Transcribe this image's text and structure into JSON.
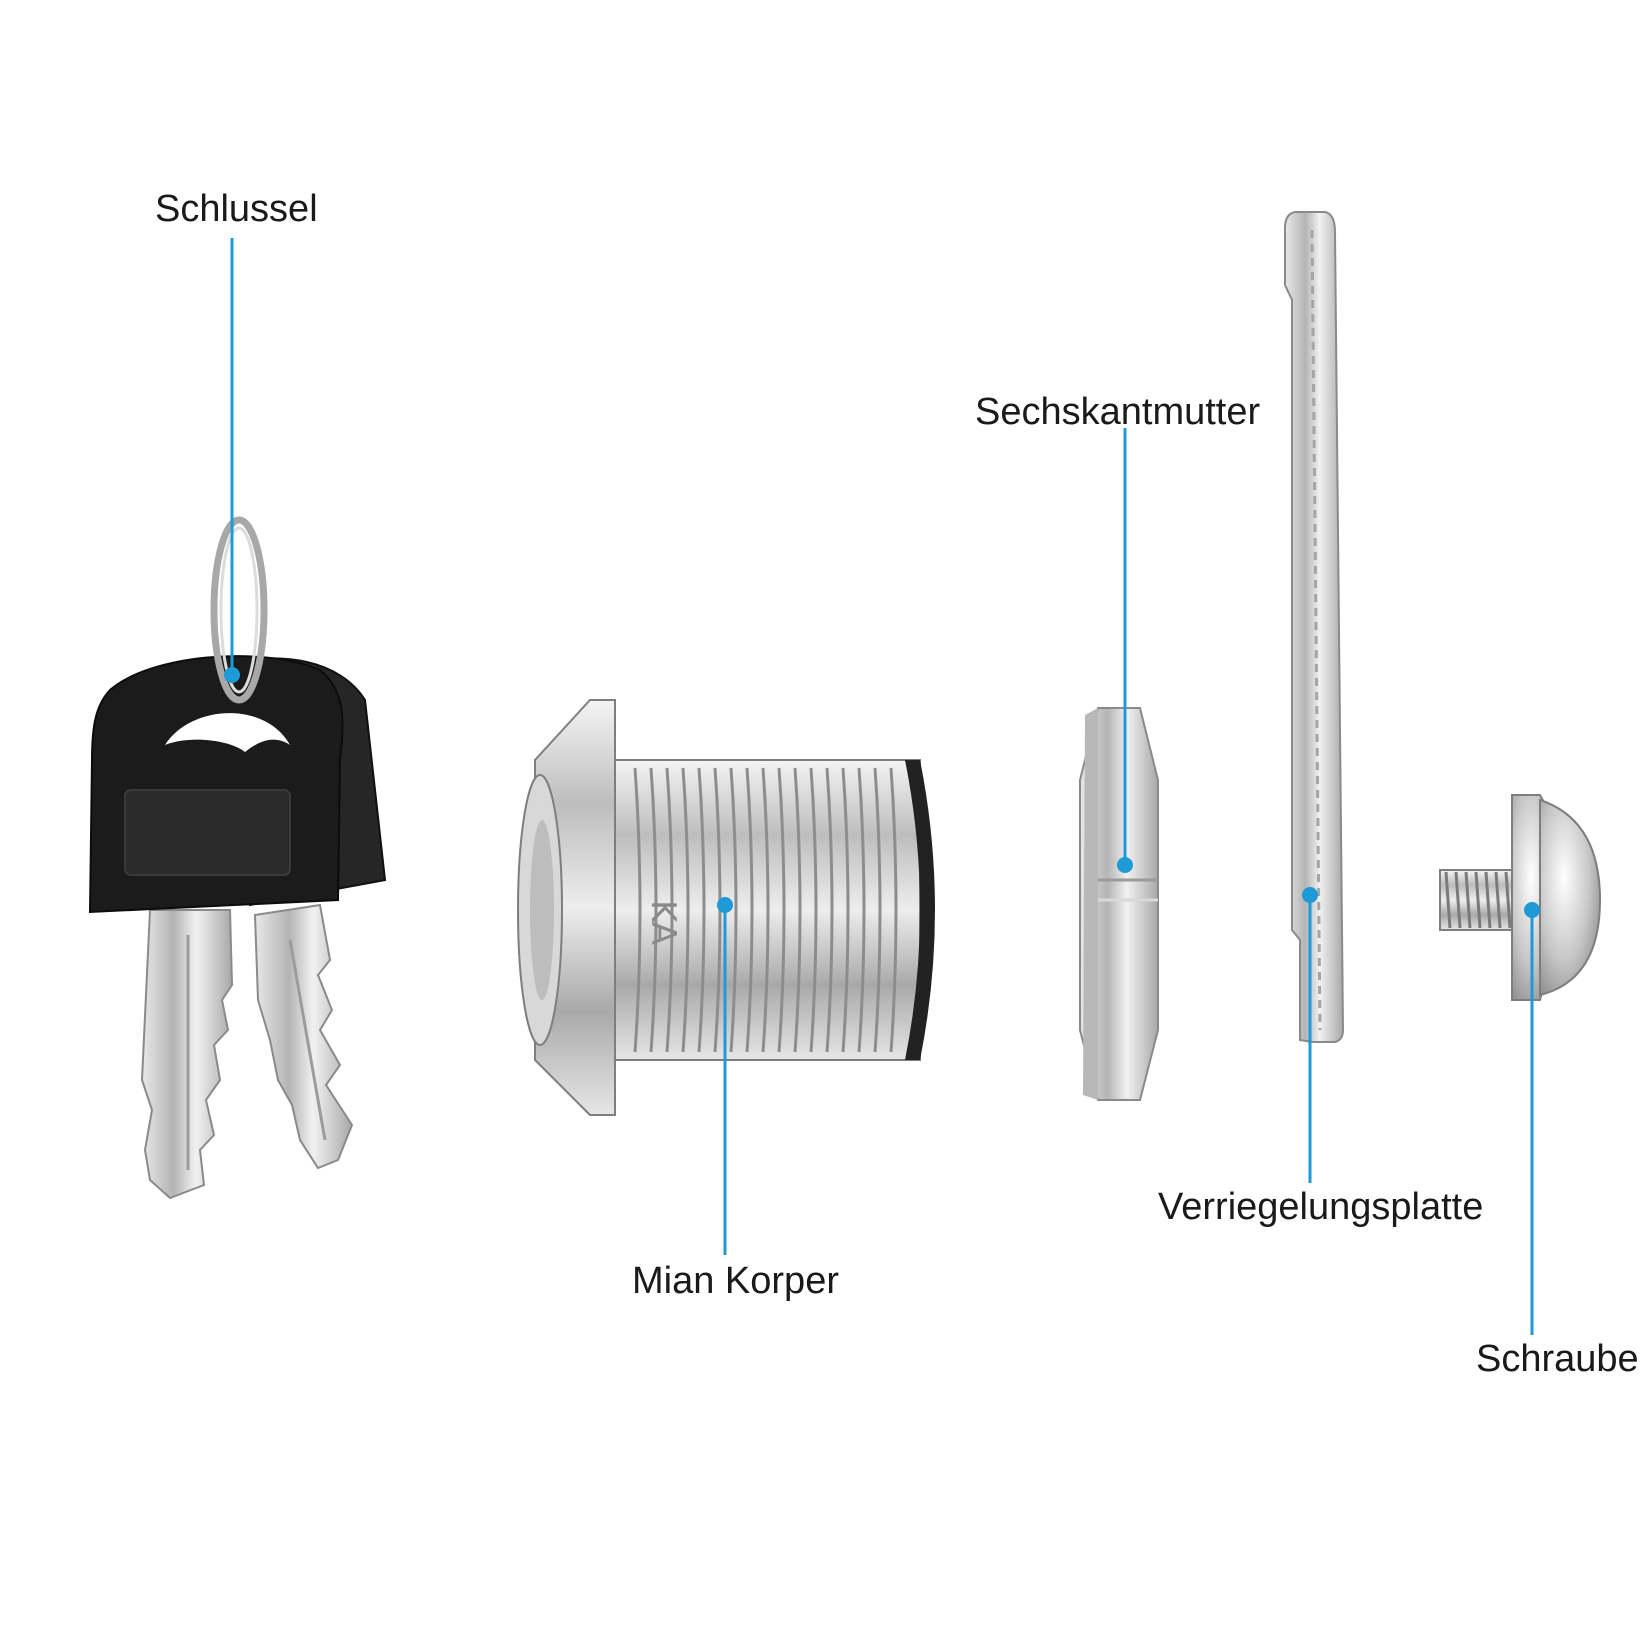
{
  "colors": {
    "leader_line": "#1e9ad6",
    "label_text": "#1a1a1a",
    "key_head": "#1b1b1b",
    "metal": "#c9c9c9"
  },
  "labels": {
    "schlussel": "Schlussel",
    "mian_korper": "Mian Korper",
    "sechskantmutter": "Sechskantmutter",
    "verriegelungsplatte": "Verriegelungsplatte",
    "schraube": "Schraube"
  }
}
